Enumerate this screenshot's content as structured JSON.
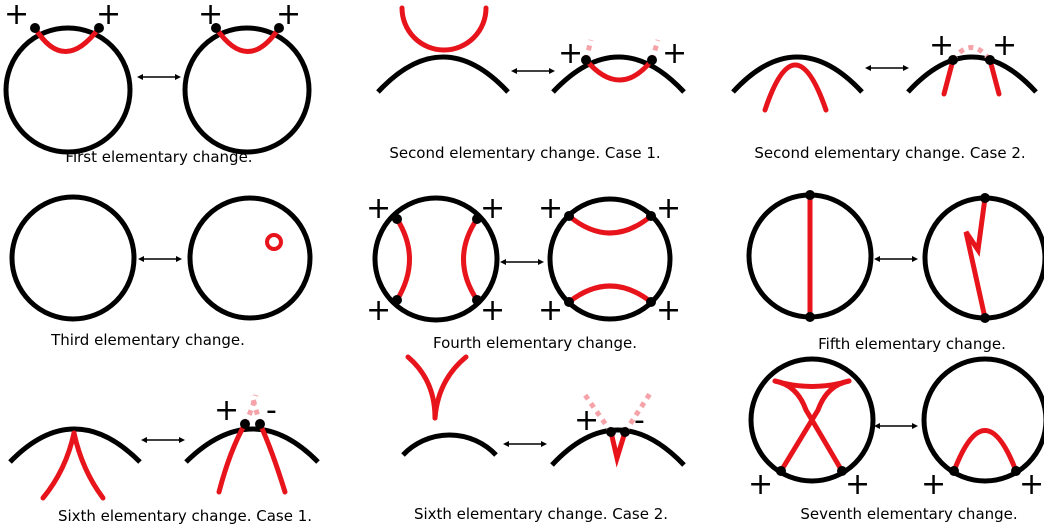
{
  "captions": {
    "c1": "First elementary change.",
    "c2": "Second elementary change. Case 1.",
    "c3": "Second elementary change. Case 2.",
    "c4": "Third elementary change.",
    "c5": "Fourth elementary change.",
    "c6": "Fifth elementary change.",
    "c7": "Sixth elementary change. Case 1.",
    "c8": "Sixth elementary change. Case 2.",
    "c9": "Seventh elementary change."
  },
  "signs": {
    "plus": "+",
    "minus": "-"
  },
  "colors": {
    "curve": "#e8141c",
    "faded": "#f5a3a8",
    "circle": "#000000"
  }
}
